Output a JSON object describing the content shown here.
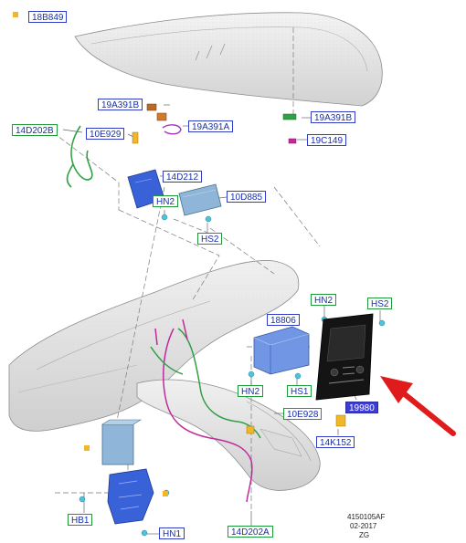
{
  "callouts": {
    "c18B849": "18B849",
    "c19A391B_left": "19A391B",
    "c19A391A": "19A391A",
    "c19A391B_right": "19A391B",
    "c19C149": "19C149",
    "c14D202B": "14D202B",
    "c10E929": "10E929",
    "c14D212": "14D212",
    "cHN2_top": "HN2",
    "c10D885": "10D885",
    "cHS2_top": "HS2",
    "cHN2_right": "HN2",
    "cHS2_right": "HS2",
    "c18806": "18806",
    "cHN2_bottom": "HN2",
    "cHS1": "HS1",
    "c19980": "19980",
    "c10E928": "10E928",
    "c14K152": "14K152",
    "cHB1": "HB1",
    "cHN1": "HN1",
    "c14D202A": "14D202A"
  },
  "footer": {
    "code": "4150105AF",
    "date": "02-2017",
    "initials": "ZG"
  },
  "colors": {
    "callout_blue": "#2f3cc8",
    "callout_green": "#1e9a3a",
    "highlight_fill": "#3d3dd6",
    "arrow_red": "#e01b1b",
    "module_blue": "#3a62d8",
    "module_lightblue": "#8fb6d8",
    "panel_black": "#141414",
    "harness_green": "#2fa043",
    "harness_magenta": "#c02a9a",
    "connector_yellow": "#f0b72a",
    "connector_cyan": "#4ec4dc"
  }
}
